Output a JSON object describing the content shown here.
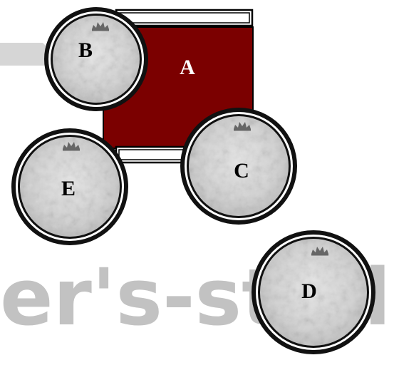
{
  "watermark": {
    "text": "er's-stud",
    "color": "#bdbdbd"
  },
  "drums": {
    "bass_drum": {
      "label": "A",
      "shell_color": "#7b0000",
      "label_color": "#ffffff"
    },
    "tom_b": {
      "label": "B"
    },
    "tom_c": {
      "label": "C"
    },
    "floor_e": {
      "label": "E"
    },
    "floor_d": {
      "label": "D"
    }
  },
  "colors": {
    "rim": "#111111",
    "head_fill": "#d7d7d7",
    "head_texture": "#bcbcbc",
    "logo": "#666666"
  }
}
